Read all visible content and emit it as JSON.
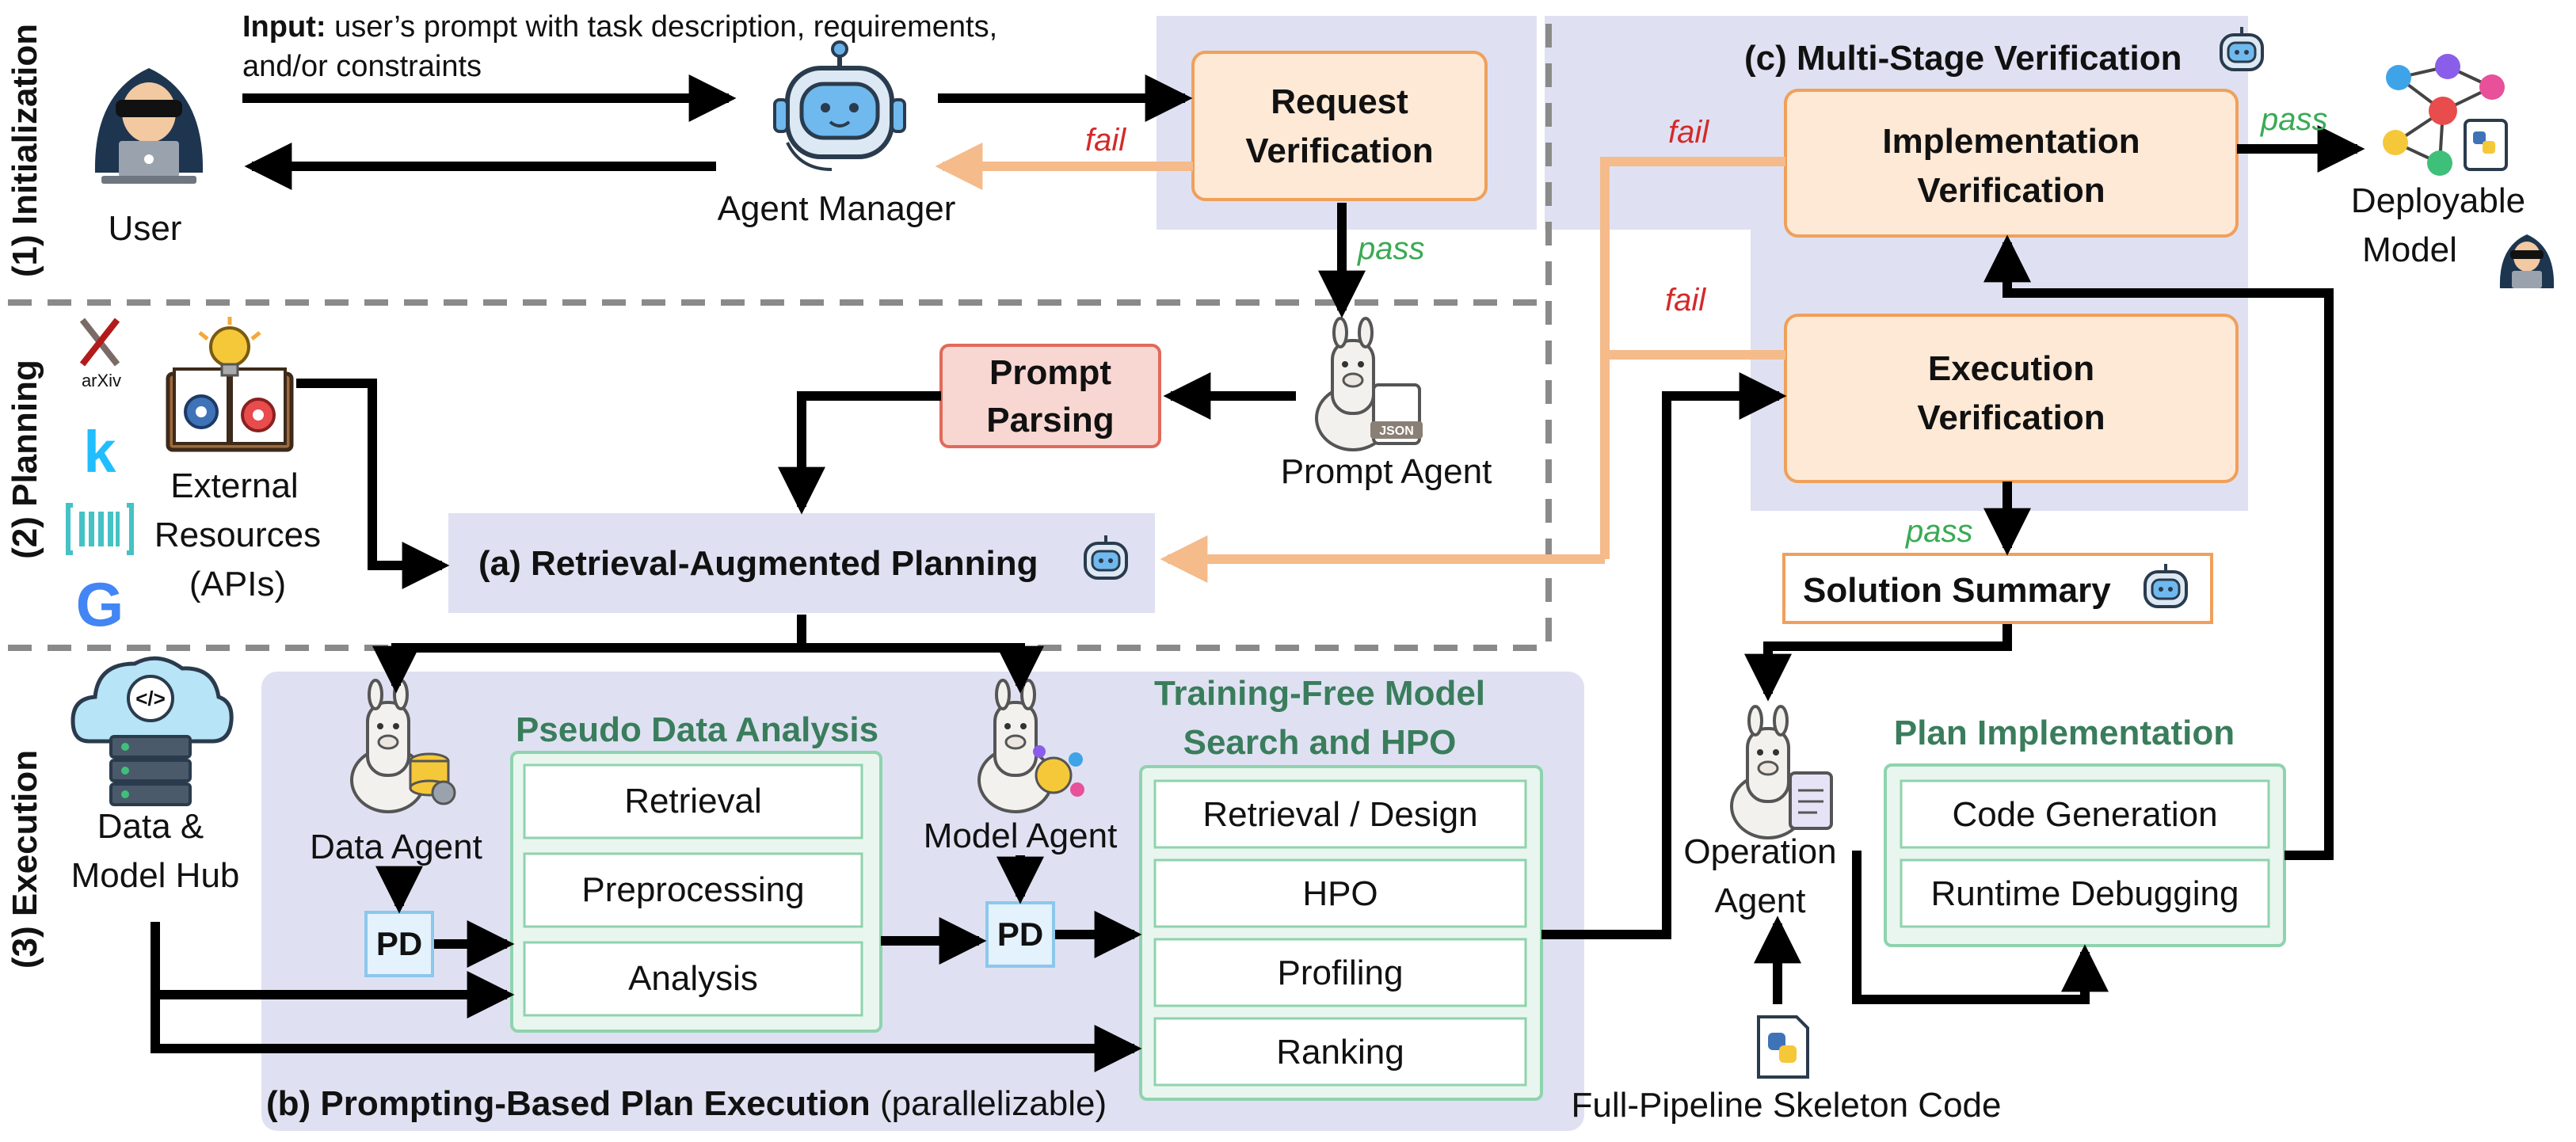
{
  "phases": {
    "initialization": "(1) Initialization",
    "planning": "(2) Planning",
    "execution": "(3) Execution"
  },
  "input_label": {
    "bold": "Input:",
    "line1": " user’s prompt with task description, requirements,",
    "line2": "and/or constraints"
  },
  "user_label": "User",
  "agent_manager_label": "Agent Manager",
  "request_verification": {
    "line1": "Request",
    "line2": "Verification"
  },
  "multi_stage_title": "(c) Multi-Stage Verification",
  "implementation_verification": {
    "line1": "Implementation",
    "line2": "Verification"
  },
  "execution_verification": {
    "line1": "Execution",
    "line2": "Verification"
  },
  "deployable_model": {
    "line1": "Deployable",
    "line2": "Model"
  },
  "prompt_parsing": {
    "line1": "Prompt",
    "line2": "Parsing"
  },
  "prompt_agent_label": "Prompt Agent",
  "prompt_agent_badge": "JSON",
  "external_resources": {
    "line1": "External",
    "line2": "Resources",
    "line3": "(APIs)"
  },
  "resource_icons": {
    "arxiv": "arXiv",
    "kaggle": "k",
    "google": "G"
  },
  "retrieval_augmented_planning": "(a)  Retrieval-Augmented Planning",
  "solution_summary": "Solution Summary",
  "edge_labels": {
    "fail": "fail",
    "pass": "pass"
  },
  "data_model_hub": {
    "line1": "Data &",
    "line2": "Model Hub"
  },
  "data_agent_label": "Data Agent",
  "model_agent_label": "Model Agent",
  "pd_label": "PD",
  "pseudo_data_analysis": {
    "title": "Pseudo Data Analysis",
    "items": [
      "Retrieval",
      "Preprocessing",
      "Analysis"
    ]
  },
  "training_free": {
    "title_line1": "Training-Free Model",
    "title_line2": "Search and HPO",
    "items": [
      "Retrieval / Design",
      "HPO",
      "Profiling",
      "Ranking"
    ]
  },
  "plan_execution": {
    "bold": "(b) Prompting-Based Plan Execution",
    "normal": " (parallelizable)"
  },
  "operation_agent": {
    "line1": "Operation",
    "line2": "Agent"
  },
  "plan_implementation": {
    "title": "Plan Implementation",
    "items": [
      "Code Generation",
      "Runtime Debugging"
    ]
  },
  "skeleton_code_label": "Full-Pipeline Skeleton Code",
  "colors": {
    "panel": "#dfe1f2",
    "orange_fill": "#fde9d6",
    "orange_border": "#f0a05a",
    "fail_arrow": "#f5bb8a",
    "green_fill": "#e9f6ef",
    "green_border": "#8fd3ae",
    "red_fill": "#f8d7d3",
    "red_border": "#e06a5a",
    "pd_fill": "#e3f2fc",
    "pd_border": "#8cc7ec"
  }
}
